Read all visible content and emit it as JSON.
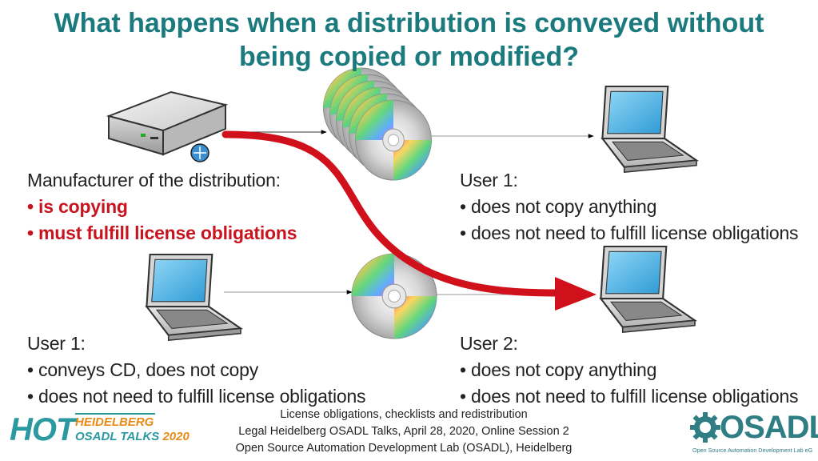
{
  "title": {
    "line1": "What happens when a distribution is conveyed without",
    "line2": "being copied or modified?"
  },
  "manufacturer": {
    "heading": "Manufacturer of the distribution:",
    "bullets": [
      "• is copying",
      "• must fulfill license obligations"
    ]
  },
  "user1_top": {
    "heading": "User 1:",
    "bullets": [
      "• does not copy anything",
      "• does not need to fulfill license obligations"
    ]
  },
  "user1_bottom": {
    "heading": "User 1:",
    "bullets": [
      "• conveys CD, does not copy",
      "• does not need to fulfill license obligations"
    ]
  },
  "user2": {
    "heading": "User 2:",
    "bullets": [
      "• does not copy anything",
      "• does not need to fulfill license obligations"
    ]
  },
  "footer": {
    "line1": "License obligations, checklists and redistribution",
    "line2": "Legal Heidelberg OSADL Talks, April 28, 2020, Online Session 2",
    "line3": "Open Source Automation Development Lab (OSADL), Heidelberg"
  },
  "logos": {
    "hot": {
      "big": "HOT",
      "line1": "HEIDELBERG",
      "line2a": "OSADL TALKS ",
      "line2b": "2020"
    },
    "osadl": {
      "word": "OSADL",
      "sub": "Open Source Automation Development Lab eG"
    }
  },
  "icons": [
    "server-icon",
    "cd-stack-icon",
    "cd-icon",
    "laptop-icon"
  ],
  "colors": {
    "title": "#1a7a7d",
    "red": "#c8141e",
    "accent_teal": "#2b9aa0",
    "accent_orange": "#e88a16"
  }
}
